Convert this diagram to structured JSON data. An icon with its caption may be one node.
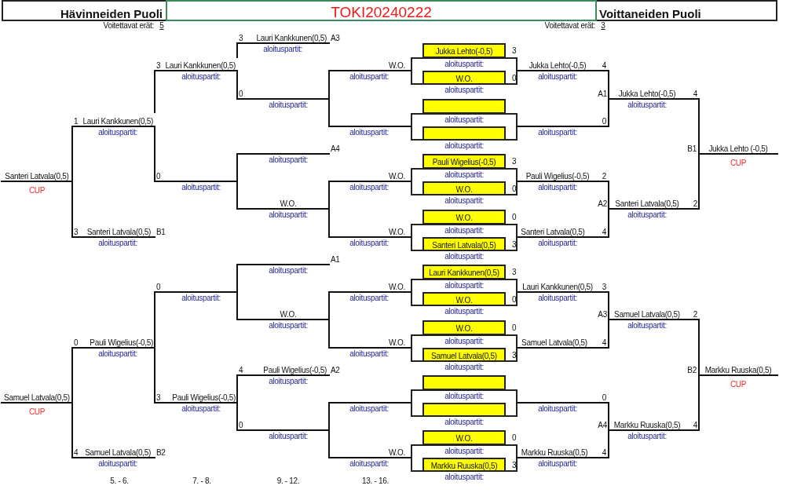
{
  "diagram": {
    "nodes": [
      {
        "text": [
          "Hävinneiden Puoli"
        ]
      },
      {
        "text": [
          "TOKI20240222"
        ]
      },
      {
        "text": [
          "Voittaneiden Puoli"
        ]
      },
      {
        "text": [
          "Jukka Lehto(-0,5)"
        ],
        "beside": [
          "3"
        ]
      },
      {
        "text": [
          "aloituspartit:"
        ],
        "beside": [
          "aloituspartit:"
        ]
      },
      {
        "text": [
          "W.O."
        ],
        "in": 4,
        "beside": [
          "0"
        ]
      },
      {
        "text": [],
        "shape": "box"
      },
      {
        "text": [
          "aloituspartit:"
        ],
        "beside": [
          "aloituspartit:"
        ]
      },
      {
        "text": [],
        "shape": "box",
        "in": 7
      },
      {
        "text": [
          "Pauli Wigelius(-0,5)"
        ],
        "beside": [
          "3"
        ]
      },
      {
        "text": [
          "aloituspartit:"
        ],
        "beside": [
          "aloituspartit:"
        ]
      },
      {
        "text": [
          "W.O."
        ],
        "in": 10,
        "beside": [
          "0"
        ]
      },
      {
        "text": [
          "W.O."
        ],
        "beside": [
          "0"
        ]
      },
      {
        "text": [
          "aloituspartit:"
        ],
        "beside": [
          "aloituspartit:"
        ]
      },
      {
        "text": [
          "Santeri Latvala(0,5)"
        ],
        "in": 13,
        "beside": [
          "3"
        ]
      },
      {
        "text": [
          "Lauri Kankkunen(0,5)"
        ],
        "beside": [
          "3"
        ]
      },
      {
        "text": [
          "aloituspartit:"
        ],
        "beside": [
          "aloituspartit:"
        ]
      },
      {
        "text": [
          "W.O."
        ],
        "in": 16,
        "beside": [
          "0"
        ]
      },
      {
        "text": [
          "W.O."
        ],
        "beside": [
          "0"
        ]
      },
      {
        "text": [
          "aloituspartit:"
        ],
        "beside": [
          "aloituspartit:"
        ]
      },
      {
        "text": [
          "Samuel Latvala(0,5)"
        ],
        "in": 19,
        "beside": [
          "3"
        ]
      },
      {
        "text": [],
        "shape": "box"
      },
      {
        "text": [
          "aloituspartit:"
        ],
        "beside": [
          "aloituspartit:"
        ]
      },
      {
        "text": [],
        "shape": "box",
        "in": 22
      },
      {
        "text": [
          "W.O."
        ],
        "beside": [
          "0"
        ]
      },
      {
        "text": [
          "aloituspartit:"
        ],
        "beside": [
          "aloituspartit:"
        ]
      },
      {
        "text": [
          "Markku Ruuska(0,5)"
        ],
        "in": 25,
        "beside": [
          "3"
        ]
      }
    ],
    "labels": [
      "Voitettavat erät:",
      "5",
      "Voitettavat erät:",
      "3",
      "3",
      "Lauri Kankkunen(0,5)",
      "A3",
      "aloituspartit:",
      "3",
      "Lauri Kankkunen(0,5)",
      "W.O.",
      "Jukka Lehto(-0,5)",
      "4",
      "aloituspartit:",
      "aloituspartit:",
      "aloituspartit:",
      "0",
      "A1",
      "Jukka Lehto(-0,5)",
      "4",
      "aloituspartit:",
      "aloituspartit:",
      "1",
      "Lauri Kankkunen(0,5)",
      "0",
      "aloituspartit:",
      "aloituspartit:",
      "aloituspartit:",
      "A4",
      "B1",
      "Jukka Lehto (-0,5)",
      "aloituspartit:",
      "CUP",
      "Santeri Latvala(0,5)",
      "0",
      "W.O.",
      "Pauli Wigelius(-0,5)",
      "2",
      "CUP",
      "aloituspartit:",
      "aloituspartit:",
      "aloituspartit:",
      "W.O.",
      "A2",
      "Santeri Latvala(0,5)",
      "2",
      "aloituspartit:",
      "aloituspartit:",
      "3",
      "Santeri Latvala(0,5)",
      "B1",
      "W.O.",
      "Santeri Latvala(0,5)",
      "4",
      "aloituspartit:",
      "aloituspartit:",
      "aloituspartit:",
      "A1",
      "aloituspartit:",
      "0",
      "W.O.",
      "Lauri Kankkunen(0,5)",
      "3",
      "aloituspartit:",
      "aloituspartit:",
      "aloituspartit:",
      "W.O.",
      "A3",
      "Samuel Latvala(0,5)",
      "2",
      "aloituspartit:",
      "aloituspartit:",
      "0",
      "Pauli Wigelius(-0,5)",
      "W.O.",
      "Samuel Latvala(0,5)",
      "4",
      "aloituspartit:",
      "aloituspartit:",
      "4",
      "Pauli Wigelius(-0,5)",
      "A2",
      "B2",
      "Markku Ruuska(0,5)",
      "aloituspartit:",
      "CUP",
      "Samuel Latvala(0,5)",
      "3",
      "Pauli Wigelius(-0,5)",
      "0",
      "CUP",
      "aloituspartit:",
      "aloituspartit:",
      "aloituspartit:",
      "0",
      "A4",
      "Markku Ruuska(0,5)",
      "4",
      "aloituspartit:",
      "aloituspartit:",
      "4",
      "Samuel Latvala(0,5)",
      "B2",
      "W.O.",
      "Markku Ruuska(0,5)",
      "4",
      "aloituspartit:",
      "aloituspartit:",
      "aloituspartit:",
      "5. - 6.",
      "7. - 8.",
      "9. - 12.",
      "13. - 16."
    ]
  }
}
